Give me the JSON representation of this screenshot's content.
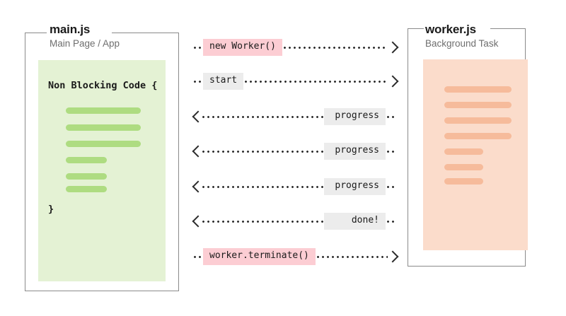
{
  "panels": {
    "main": {
      "title": "main.js",
      "subtitle": "Main Page / App",
      "code_open": "Non Blocking Code {",
      "code_close": "}",
      "bar_widths": [
        106,
        106,
        106,
        58,
        58,
        58
      ],
      "bar_color": "#aedc81",
      "block_color": "#e4f2d4"
    },
    "worker": {
      "title": "worker.js",
      "subtitle": "Background Task",
      "bar_widths": [
        95,
        95,
        95,
        95,
        55,
        55,
        55
      ],
      "bar_color": "#f6bb9b",
      "block_color": "#fbdccb"
    }
  },
  "messages": [
    {
      "label": "new Worker()",
      "direction": "right",
      "style": "pink"
    },
    {
      "label": "start",
      "direction": "right",
      "style": "grey"
    },
    {
      "label": "progress",
      "direction": "left",
      "style": "grey"
    },
    {
      "label": "progress",
      "direction": "left",
      "style": "grey"
    },
    {
      "label": "progress",
      "direction": "left",
      "style": "grey"
    },
    {
      "label": "done!",
      "direction": "left",
      "style": "grey"
    },
    {
      "label": "worker.terminate()",
      "direction": "right",
      "style": "pink"
    }
  ],
  "colors": {
    "pink_tag": "#fccdd3",
    "grey_tag": "#ececec",
    "line": "#2b2b2b",
    "panel_border": "#8a8a8a"
  }
}
